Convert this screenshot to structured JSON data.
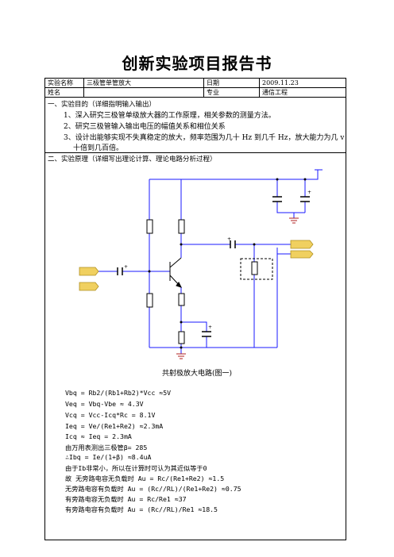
{
  "title": "创新实验项目报告书",
  "info": {
    "name_label": "实验名称",
    "name_value": "三极管单管放大",
    "date_label": "日期",
    "date_value": "2009.11.23",
    "person_label": "姓名",
    "person_value": "",
    "major_label": "专业",
    "major_value": "通信工程"
  },
  "section1": {
    "heading": "一、实验目的（详细指明输入输出）",
    "items": [
      "1、深入研究三极管单级放大器的工作原理，相关参数的测量方法。",
      "2、研究三极管输入输出电压的幅值关系和相位关系",
      "3、设计出能够实现不失真稳定的放大，频率范围为几十 Hz 到几千 Hz，放大能力为几 v",
      "十倍到几百倍。"
    ]
  },
  "section2": {
    "heading": "二、实验原理（详细写出理论计算、理论电路分析过程）",
    "figure_caption": "共射极放大电路(图一)",
    "calc_lines": [
      "Vbq = Rb2/(Rb1+Rb2)*Vcc ≈5V",
      "Veq = Vbq-Vbe ≈ 4.3V",
      "Vcq = Vcc-Icq*Rc = 8.1V",
      "Ieq = Ve/(Re1+Re2) ≈2.3mA",
      "Icq ≈ Ieq = 2.3mA",
      "由万用表测出三极管β= 285",
      "∴Ibq = Ie/(1+β) ≈8.4uA",
      "由于Ib非常小，所以在计算时可认为其近似等于0",
      "故 无旁路电容无负载时 Au = Rc/(Re1+Re2) ≈1.5",
      "   无旁路电容有负载时 Au = (Rc//RL)/(Re1+Re2) ≈0.75",
      "   有旁路电容无负载时 Au = Rc/Re1 ≈37",
      "   有旁路电容有负载时 Au = (Rc//RL)/Re1 ≈18.5"
    ]
  },
  "colors": {
    "wire": "#1a1aff",
    "component": "#000000",
    "port": "#f0d060",
    "ground": "#b02020"
  }
}
